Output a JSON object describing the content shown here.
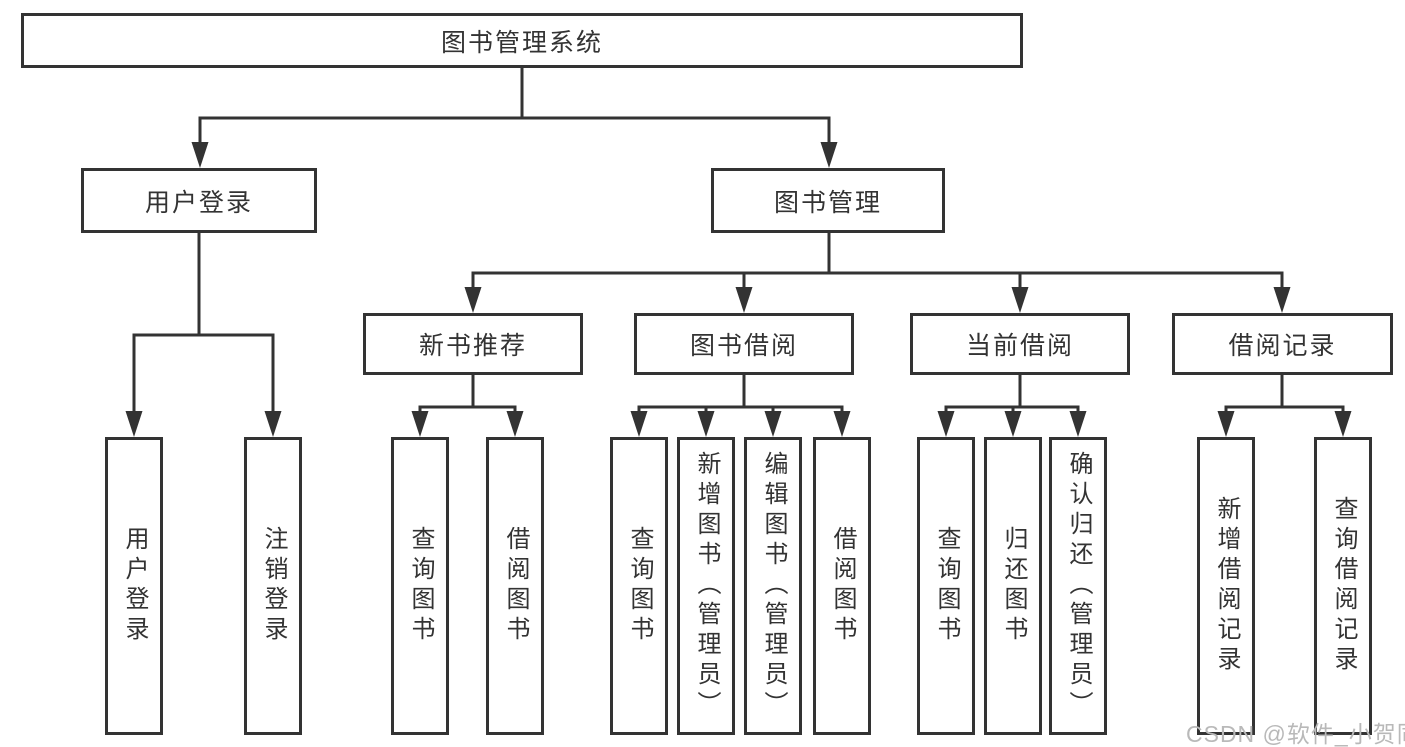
{
  "diagram": {
    "title": "图书管理系统",
    "level2": [
      "用户登录",
      "图书管理"
    ],
    "level3": [
      "新书推荐",
      "图书借阅",
      "当前借阅",
      "借阅记录"
    ],
    "leaves": {
      "user_login": [
        "用户登录",
        "注销登录"
      ],
      "new_books": [
        "查询图书",
        "借阅图书"
      ],
      "book_borrow": [
        "查询图书",
        "新增图书（管理员）",
        "编辑图书（管理员）",
        "借阅图书"
      ],
      "current_borrow": [
        "查询图书",
        "归还图书",
        "确认归还（管理员）"
      ],
      "borrow_records": [
        "新增借阅记录",
        "查询借阅记录"
      ]
    },
    "colors": {
      "line": "#333333",
      "text": "#333333",
      "box_background": "#ffffff",
      "watermark": "#b9b9b9",
      "background": "#ffffff"
    },
    "watermark": "CSDN @软件_小贺同学"
  }
}
